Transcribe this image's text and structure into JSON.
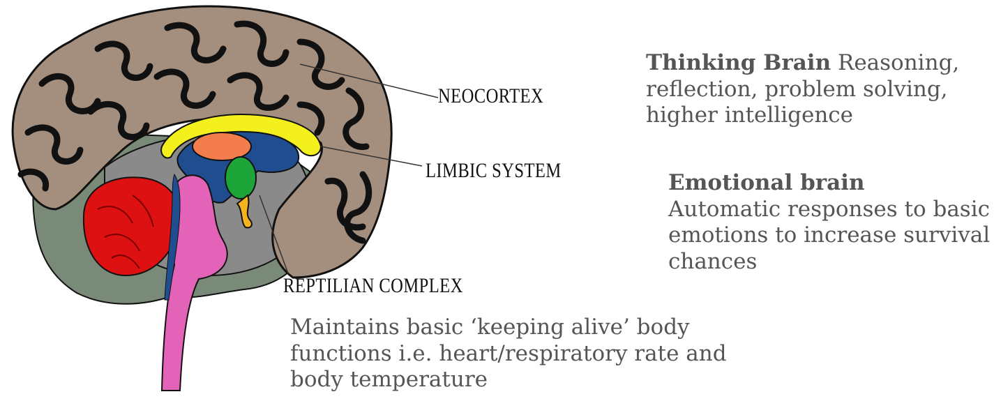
{
  "labels": {
    "neocortex": "NEOCORTEX",
    "limbic": "LIMBIC  SYSTEM",
    "reptilian": "REPTILIAN COMPLEX"
  },
  "descriptions": {
    "thinking": {
      "title": "Thinking Brain",
      "body_first": " Reasoning,",
      "body_rest": "reflection, problem solving, higher intelligence"
    },
    "emotional": {
      "title": "Emotional brain",
      "body": "Automatic responses to basic emotions to increase survival chances"
    },
    "reptilian": {
      "body": "Maintains basic ‘keeping alive’ body functions i.e. heart/respiratory rate and body temperature"
    }
  },
  "colors": {
    "neocortex": "#a48e7e",
    "brainstem": "#e263b8",
    "cerebellum": "#dd1111",
    "limbic_arc": "#f3f01e",
    "ventricle": "#1f4d8f",
    "thalamus": "#f47d4e",
    "hippocampus": "#1ea53a",
    "inner_region": "#8a8a8a",
    "lower_region": "#7a8a78"
  }
}
